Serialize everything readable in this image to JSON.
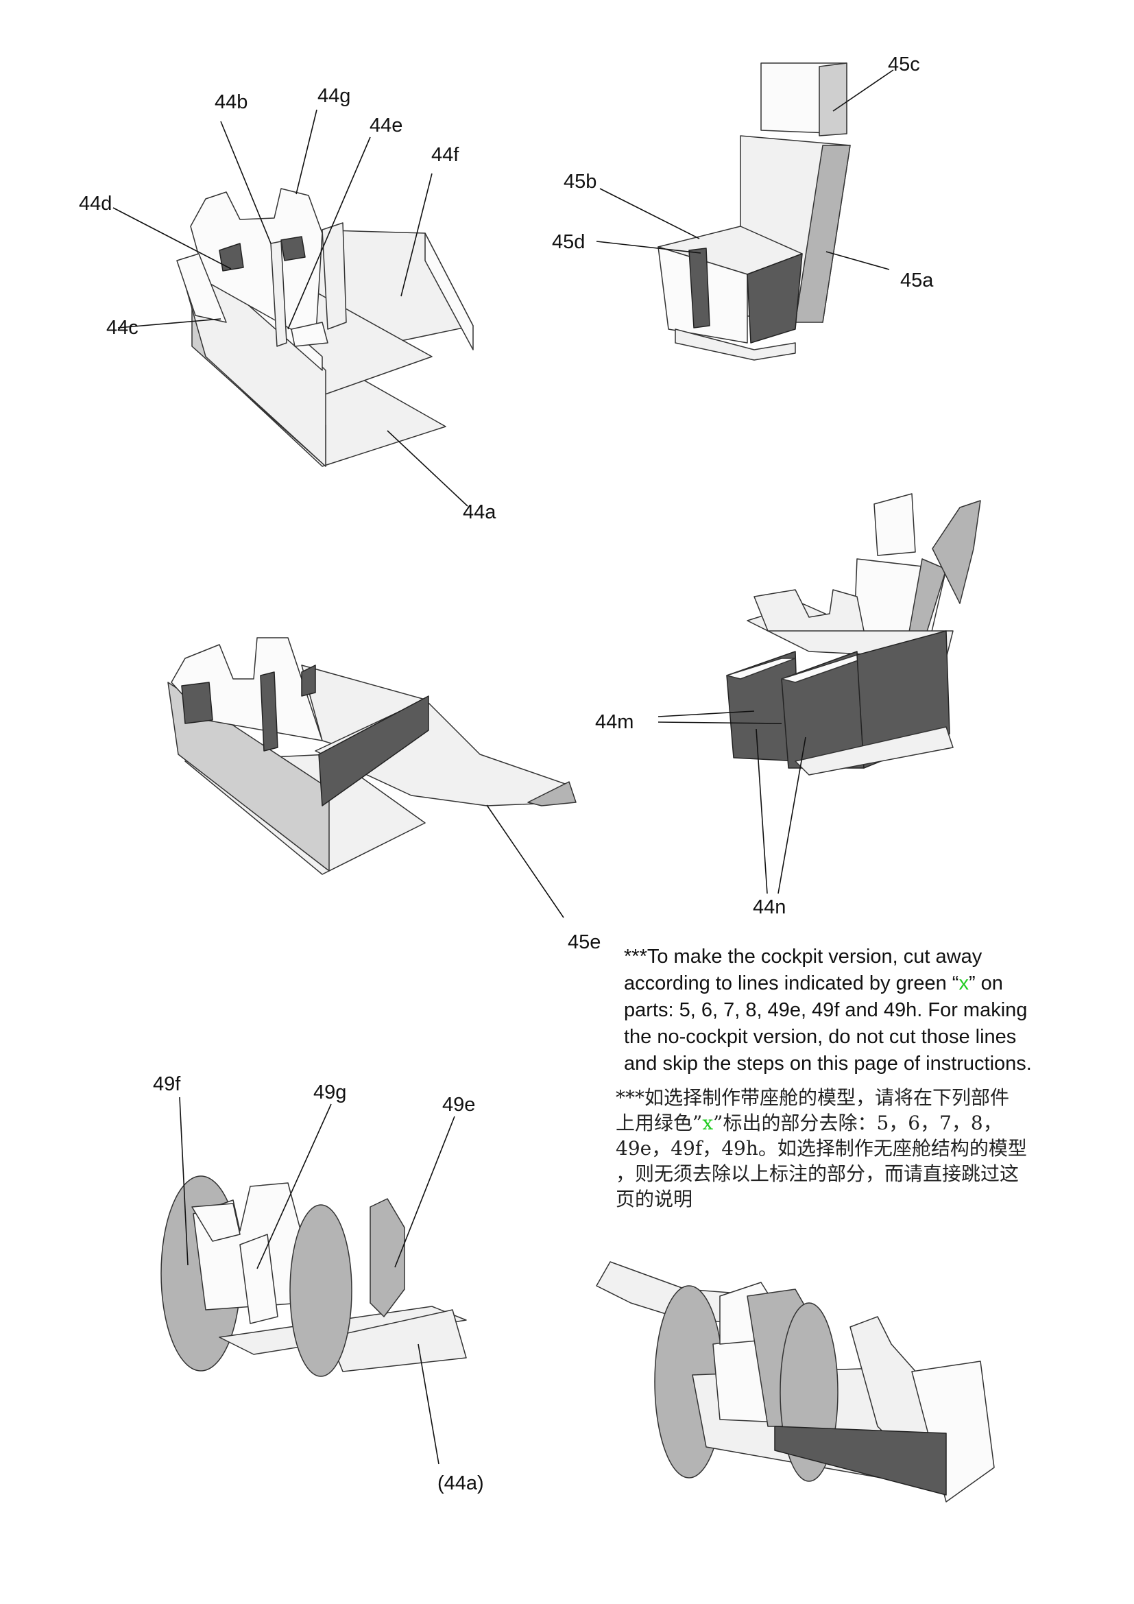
{
  "labels": {
    "a44b": "44b",
    "a44g": "44g",
    "a44e": "44e",
    "a44f": "44f",
    "a44d": "44d",
    "a44c": "44c",
    "a44a": "44a",
    "a45c": "45c",
    "a45b": "45b",
    "a45d": "45d",
    "a45a": "45a",
    "a44m": "44m",
    "a44n": "44n",
    "a45e": "45e",
    "a49f": "49f",
    "a49g": "49g",
    "a49e": "49e",
    "a44a_paren": "(44a)"
  },
  "note_en": {
    "line1": "***To make the cockpit version, cut away",
    "line2_pre": "according to lines indicated by green “",
    "line2_x": "x",
    "line2_post": "” on",
    "line3": "parts: 5, 6, 7, 8, 49e, 49f and 49h. For making",
    "line4": "the no-cockpit version, do not cut those lines",
    "line5": "and skip the steps on this page of instructions."
  },
  "note_cn": {
    "line1": "***如选择制作带座舱的模型，请将在下列部件",
    "line2_pre": "上用绿色”",
    "line2_x": "x",
    "line2_post": "”标出的部分去除：5，6，7，8，",
    "line3": "49e，49f，49h。如选择制作无座舱结构的模型",
    "line4": "，则无须去除以上标注的部分，而请直接跳过这",
    "line5": "页的说明"
  },
  "colors": {
    "accent_green": "#22cc22",
    "ink": "#111111"
  }
}
